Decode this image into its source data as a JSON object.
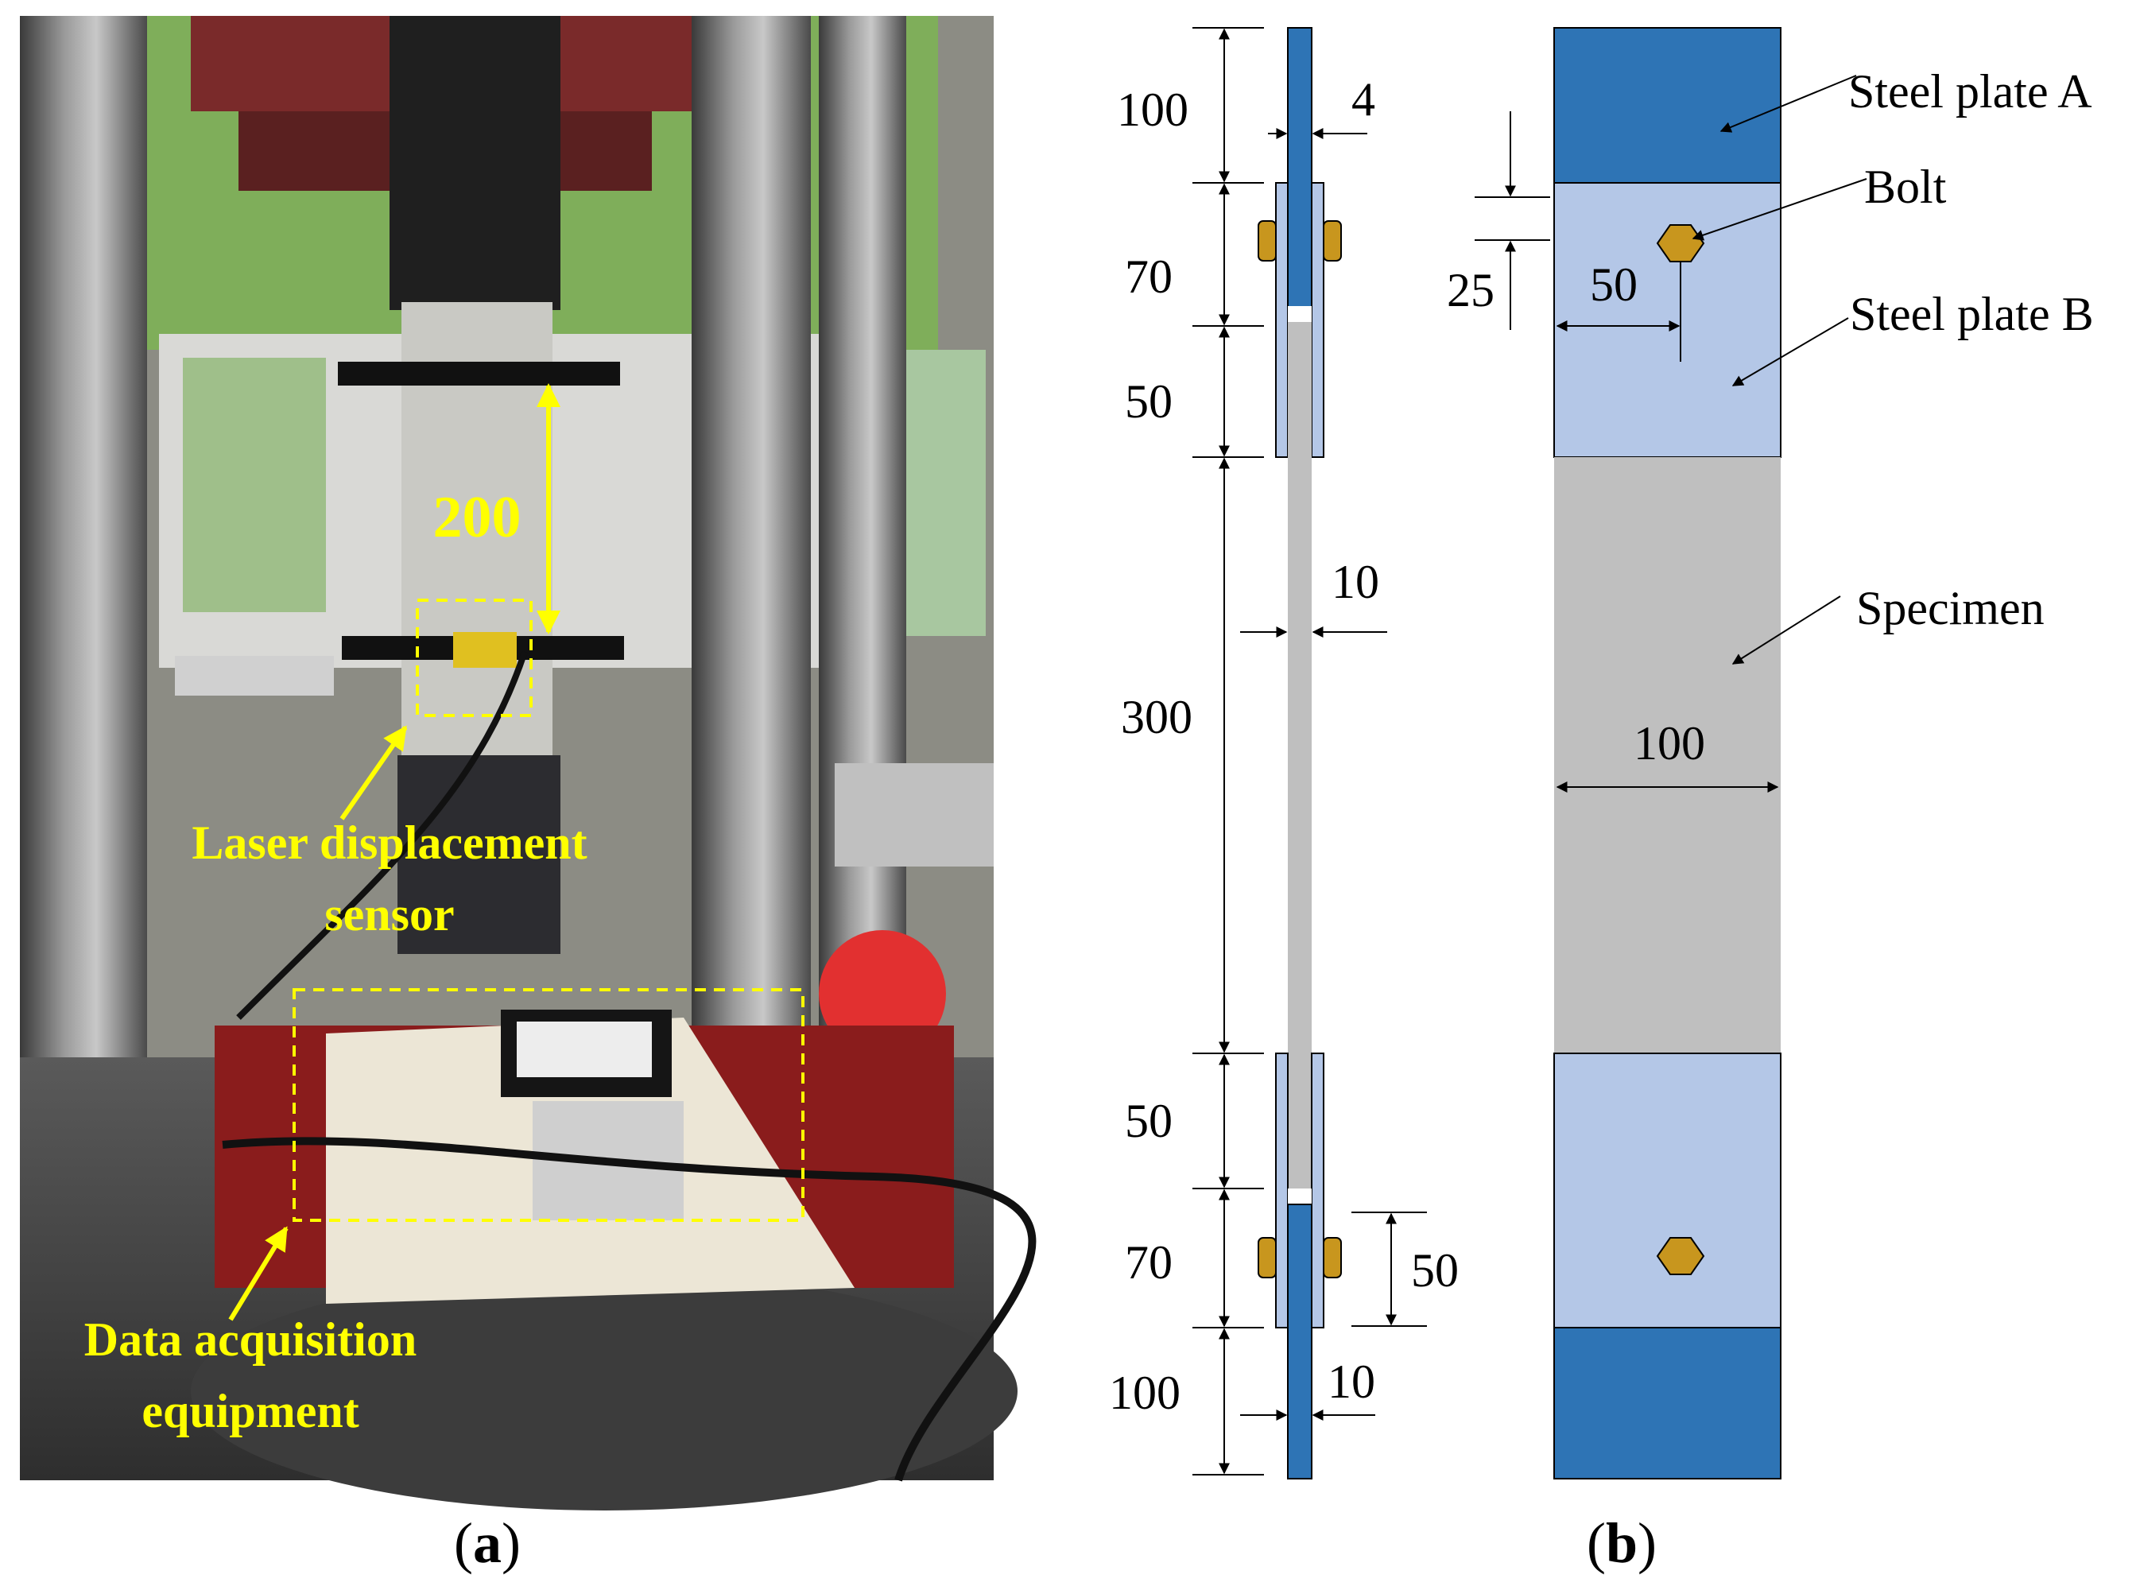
{
  "panel_a": {
    "caption_open": "(",
    "caption_letter": "a",
    "caption_close": ")",
    "gauge_length": "200",
    "label_sensor_line1": "Laser displacement",
    "label_sensor_line2": "sensor",
    "label_daq_line1": "Data acquisition",
    "label_daq_line2": "equipment",
    "annotation_color": "#ffff00"
  },
  "panel_b": {
    "caption_open": "(",
    "caption_letter": "b",
    "caption_close": ")",
    "side_view": {
      "dim_plate_a_top": "100",
      "dim_plate_a_thickness": "4",
      "dim_plate_b_top_bolt": "70",
      "dim_plate_b_top_overlap": "50",
      "dim_specimen_length": "300",
      "dim_specimen_thickness": "10",
      "dim_plate_b_bottom_overlap": "50",
      "dim_plate_b_bottom_bolt": "70",
      "dim_bolt_offset": "50",
      "dim_plate_a_bottom": "100",
      "dim_plate_a_bottom_thickness": "10"
    },
    "front_view": {
      "label_steel_plate_a": "Steel plate A",
      "label_bolt": "Bolt",
      "label_steel_plate_b": "Steel plate B",
      "label_specimen": "Specimen",
      "dim_gap": "25",
      "dim_bolt_edge": "50",
      "dim_width": "100"
    },
    "colors": {
      "steel_plate_a": "#2e74b5",
      "steel_plate_b": "#b4c7e7",
      "specimen": "#bfbfbf",
      "bolt": "#c8961e"
    }
  }
}
